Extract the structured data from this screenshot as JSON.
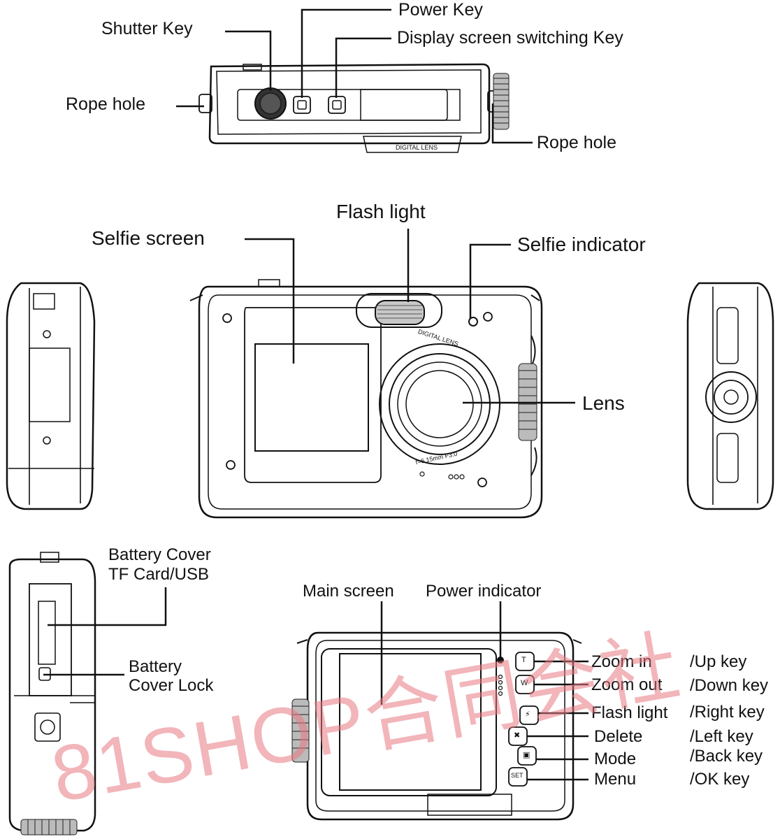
{
  "top_view": {
    "shutter_key": "Shutter Key",
    "power_key": "Power Key",
    "display_switch_key": "Display screen switching Key",
    "rope_hole_left": "Rope hole",
    "rope_hole_right": "Rope hole",
    "lens_text": "DIGITAL LENS"
  },
  "front_view": {
    "flash_light": "Flash light",
    "selfie_screen": "Selfie screen",
    "selfie_indicator": "Selfie indicator",
    "lens": "Lens",
    "lens_ring_text": "DIGITAL LENS",
    "lens_spec": "f=6.15mm F3.0"
  },
  "side_view": {
    "battery_cover": "Battery Cover",
    "tf_card_usb": "TF Card/USB",
    "battery_cover_lock_1": "Battery",
    "battery_cover_lock_2": "Cover Lock"
  },
  "back_view": {
    "main_screen": "Main screen",
    "power_indicator": "Power indicator",
    "buttons": [
      {
        "label": "Zoom in",
        "alt": "/Up key",
        "glyph": "T"
      },
      {
        "label": "Zoom out",
        "alt": "/Down key",
        "glyph": "W"
      },
      {
        "label": "Flash light",
        "alt": "/Right key",
        "glyph": "⚡"
      },
      {
        "label": "Delete",
        "alt": "/Left key",
        "glyph": "✖"
      },
      {
        "label": "Mode",
        "alt": "/Back key",
        "glyph": "▣"
      },
      {
        "label": "Menu",
        "alt": "/OK key",
        "glyph": "SET"
      }
    ]
  },
  "watermark": "81SHOP合同会社"
}
